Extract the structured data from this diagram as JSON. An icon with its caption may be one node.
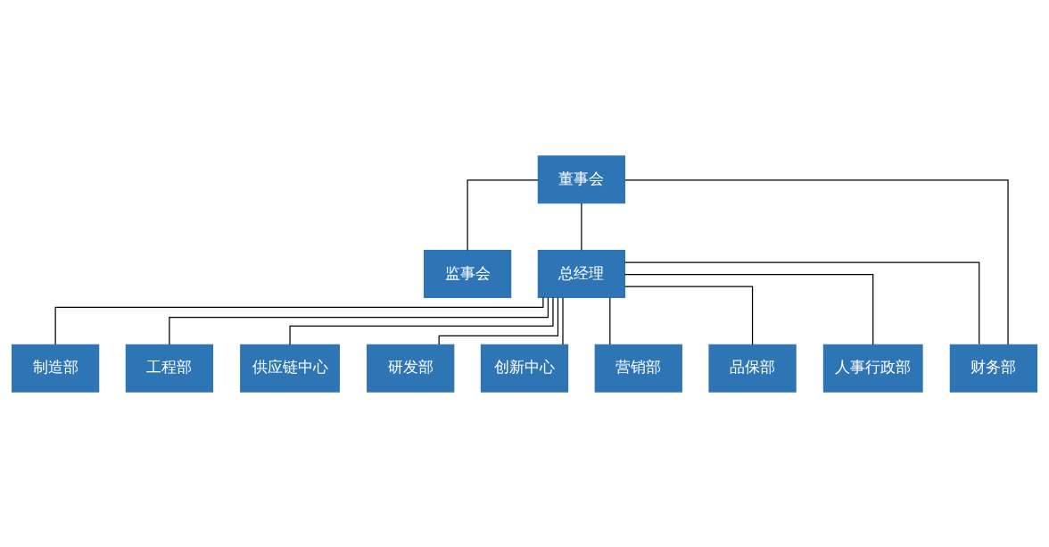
{
  "diagram": {
    "nodes": [
      {
        "text": [
          "董事会"
        ]
      },
      {
        "text": [
          "监事会"
        ]
      },
      {
        "text": [
          "总经理"
        ]
      },
      {
        "text": [
          "制造部"
        ]
      },
      {
        "text": [
          "工程部"
        ]
      },
      {
        "text": [
          "供应链中心"
        ]
      },
      {
        "text": [
          "研发部"
        ]
      },
      {
        "text": [
          "创新中心"
        ]
      },
      {
        "text": [
          "营销部"
        ]
      },
      {
        "text": [
          "品保部"
        ]
      },
      {
        "text": [
          "人事行政部"
        ]
      },
      {
        "text": [
          "财务部"
        ]
      }
    ],
    "edges": [
      {
        "from": 0,
        "to": 1,
        "arrow": "none"
      },
      {
        "from": 0,
        "to": 2,
        "arrow": "none"
      },
      {
        "from": 0,
        "to": 11,
        "arrow": "none"
      },
      {
        "from": 2,
        "to": 3,
        "arrow": "none"
      },
      {
        "from": 2,
        "to": 4,
        "arrow": "none"
      },
      {
        "from": 2,
        "to": 5,
        "arrow": "none"
      },
      {
        "from": 2,
        "to": 6,
        "arrow": "none"
      },
      {
        "from": 2,
        "to": 7,
        "arrow": "none"
      },
      {
        "from": 2,
        "to": 8,
        "arrow": "none"
      },
      {
        "from": 2,
        "to": 9,
        "arrow": "none"
      },
      {
        "from": 2,
        "to": 10,
        "arrow": "none"
      },
      {
        "from": 2,
        "to": 11,
        "arrow": "none"
      }
    ]
  }
}
